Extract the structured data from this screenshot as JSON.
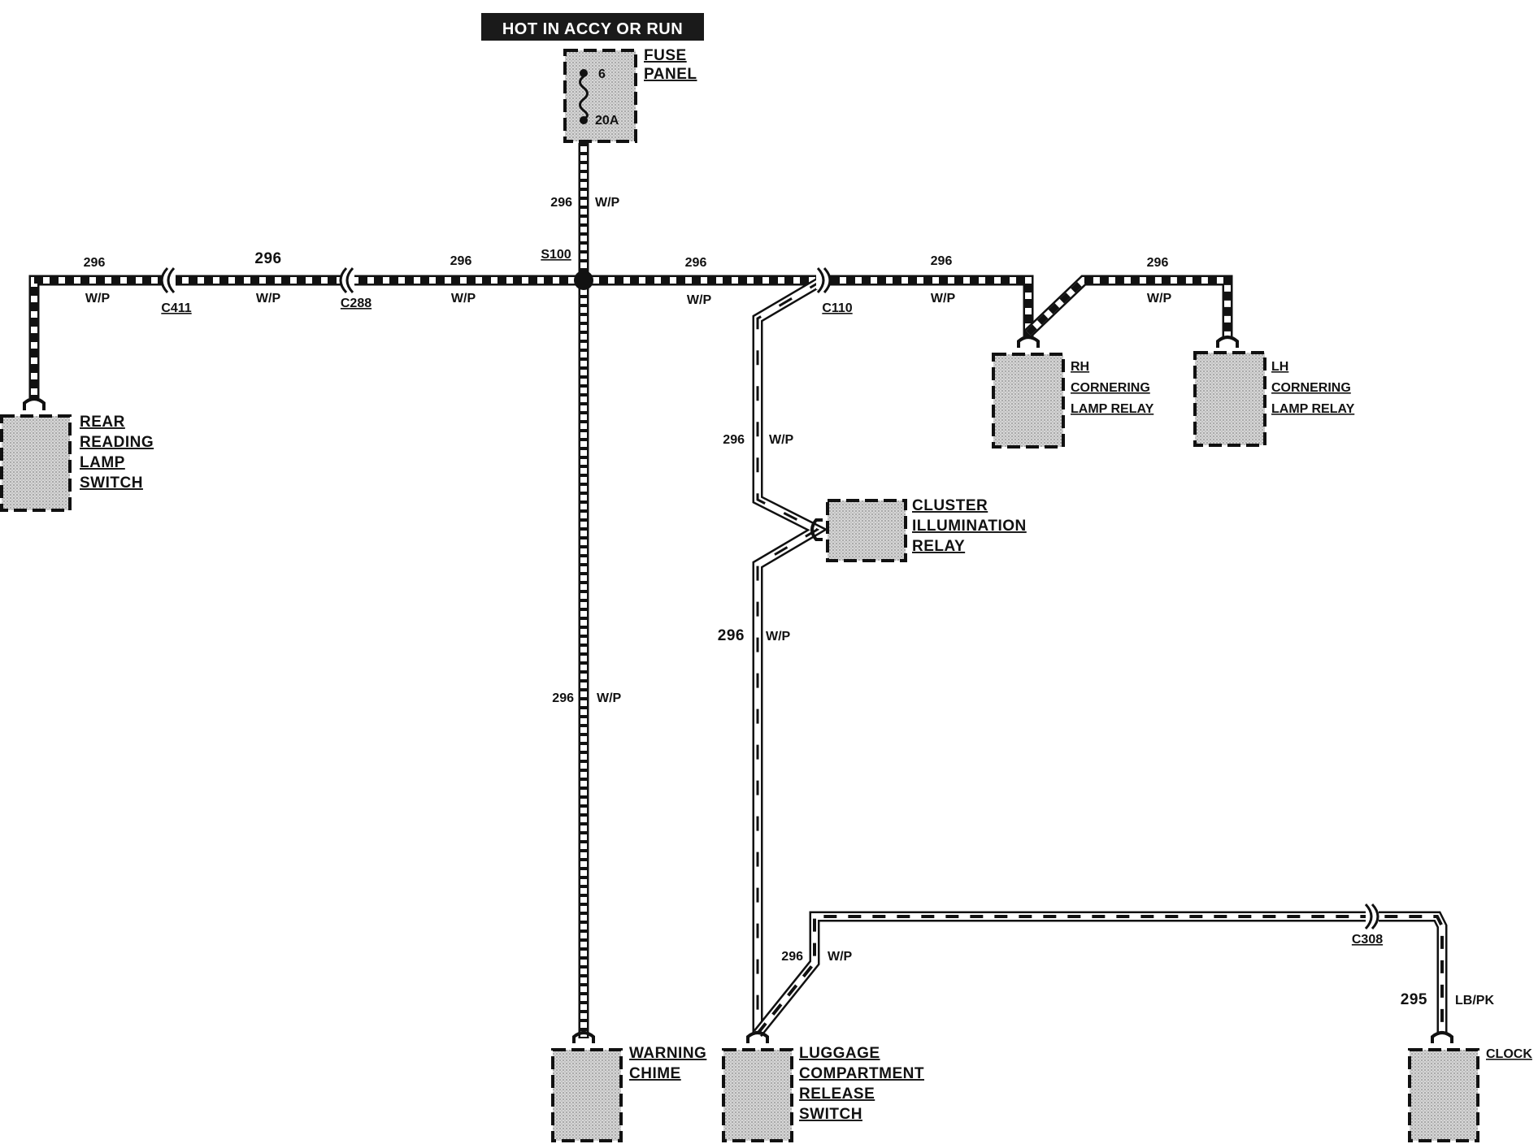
{
  "header": {
    "banner": "HOT IN ACCY OR RUN"
  },
  "fuse": {
    "title_lines": [
      "FUSE",
      "PANEL"
    ],
    "number": "6",
    "rating": "20A"
  },
  "splice": {
    "label": "S100"
  },
  "components": {
    "rear_reading": {
      "lines": [
        "REAR",
        "READING",
        "LAMP",
        "SWITCH"
      ]
    },
    "rh_cornering": {
      "lines": [
        "RH",
        "CORNERING",
        "LAMP RELAY"
      ]
    },
    "lh_cornering": {
      "lines": [
        "LH",
        "CORNERING",
        "LAMP RELAY"
      ]
    },
    "cluster": {
      "lines": [
        "CLUSTER",
        "ILLUMINATION",
        "RELAY"
      ]
    },
    "warning_chime": {
      "lines": [
        "WARNING",
        "CHIME"
      ]
    },
    "luggage": {
      "lines": [
        "LUGGAGE",
        "COMPARTMENT",
        "RELEASE",
        "SWITCH"
      ]
    },
    "clock": {
      "lines": [
        "CLOCK"
      ]
    }
  },
  "connectors": {
    "c411": "C411",
    "c288": "C288",
    "c110": "C110",
    "c308": "C308"
  },
  "wire_labels": [
    {
      "id": "fuse-splice",
      "circuit": "296",
      "color": "W/P"
    },
    {
      "id": "left-outer",
      "circuit": "296",
      "color": "W/P"
    },
    {
      "id": "left-mid",
      "circuit": "296",
      "color": "W/P"
    },
    {
      "id": "left-inner",
      "circuit": "296",
      "color": "W/P"
    },
    {
      "id": "right-inner",
      "circuit": "296",
      "color": "W/P"
    },
    {
      "id": "right-mid",
      "circuit": "296",
      "color": "W/P"
    },
    {
      "id": "right-outer",
      "circuit": "296",
      "color": "W/P"
    },
    {
      "id": "cluster-upper",
      "circuit": "296",
      "color": "W/P"
    },
    {
      "id": "cluster-lower",
      "circuit": "296",
      "color": "W/P"
    },
    {
      "id": "chime",
      "circuit": "296",
      "color": "W/P"
    },
    {
      "id": "luggage",
      "circuit": "296",
      "color": "W/P"
    },
    {
      "id": "clock",
      "circuit": "295",
      "color": "LB/PK"
    }
  ],
  "colors": {
    "ink": "#111111",
    "component_fill": "#c9c9c9",
    "banner_bg": "#1a1a1a"
  }
}
